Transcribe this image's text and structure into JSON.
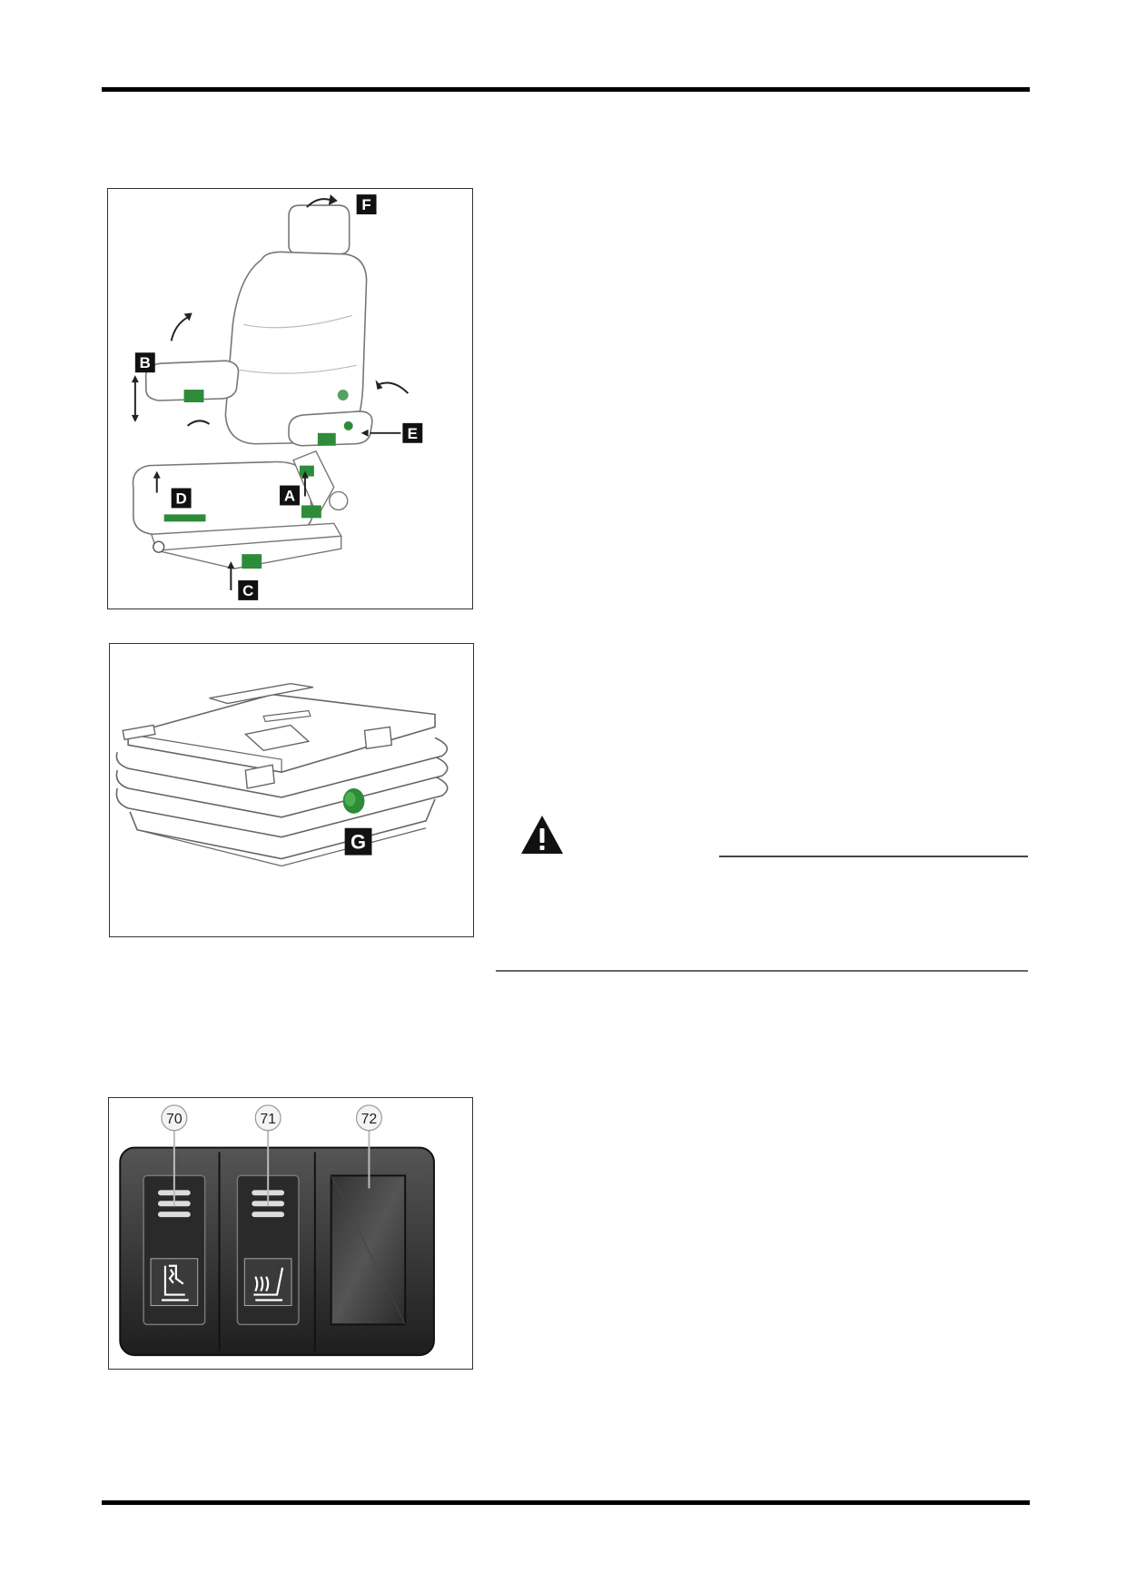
{
  "figures": {
    "seat": {
      "labels": {
        "a": "A",
        "b": "B",
        "c": "C",
        "d": "D",
        "e": "E",
        "f": "F"
      },
      "accent": "#2e8b3a"
    },
    "suspension": {
      "labels": {
        "g": "G"
      },
      "accent": "#2e8b3a"
    },
    "switch_panel": {
      "callouts": {
        "s70": "70",
        "s71": "71",
        "s72": "72"
      },
      "icons": [
        "seat-suspension-icon",
        "seat-heating-icon"
      ]
    }
  },
  "warning": {
    "icon": "warning-triangle-icon"
  }
}
